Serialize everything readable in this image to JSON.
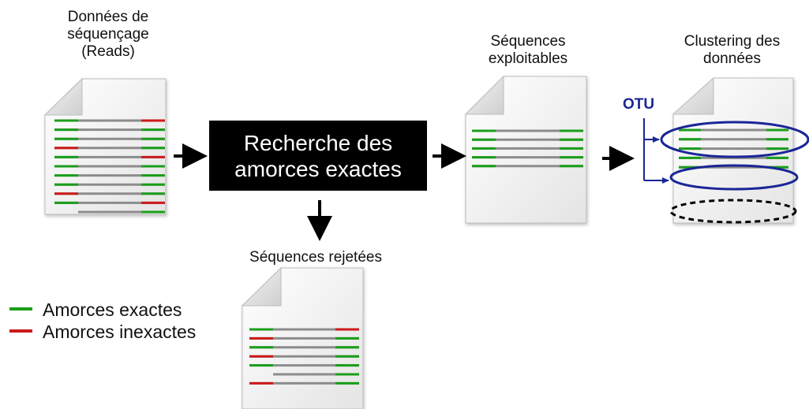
{
  "labels": {
    "raw_reads": "Données de séquençage (Reads)",
    "exploitable": "Séquences exploitables",
    "clustering": "Clustering des données",
    "rejected": "Séquences rejetées"
  },
  "process_box": {
    "text": "Recherche des amorces exactes"
  },
  "otu_label": "OTU",
  "legend": [
    {
      "label": "Amorces exactes",
      "color": "#1a9e1a"
    },
    {
      "label": "Amorces inexactes",
      "color": "#cc1a1a"
    }
  ],
  "colors": {
    "exact": "#1a9e1a",
    "inexact": "#cc1a1a",
    "sequence": "#8c8c8c",
    "otu_ellipse": "#1a2696",
    "arrow": "#000000"
  },
  "documents": {
    "raw_reads": {
      "rows": [
        [
          "g",
          "r"
        ],
        [
          "g",
          "g"
        ],
        [
          "g",
          "g"
        ],
        [
          "r",
          "g"
        ],
        [
          "g",
          "r"
        ],
        [
          "g",
          "g"
        ],
        [
          "g",
          "g"
        ],
        [
          "g",
          "g"
        ],
        [
          "r",
          "g"
        ],
        [
          "g",
          "r"
        ],
        [
          "-",
          "g"
        ]
      ]
    },
    "exploitable": {
      "rows": [
        [
          "g",
          "g"
        ],
        [
          "g",
          "g"
        ],
        [
          "g",
          "g"
        ],
        [
          "g",
          "g"
        ],
        [
          "g",
          "g"
        ]
      ]
    },
    "clustering": {
      "rows": [
        [
          "g",
          "g"
        ],
        [
          "g",
          "g"
        ],
        [
          "g",
          "g"
        ],
        [
          "g",
          "g"
        ],
        [
          "g",
          "g"
        ]
      ]
    },
    "rejected": {
      "rows": [
        [
          "g",
          "r"
        ],
        [
          "r",
          "g"
        ],
        [
          "g",
          "g"
        ],
        [
          "r",
          "g"
        ],
        [
          "g",
          "g"
        ],
        [
          "-",
          "g"
        ],
        [
          "r",
          "g"
        ]
      ]
    }
  }
}
